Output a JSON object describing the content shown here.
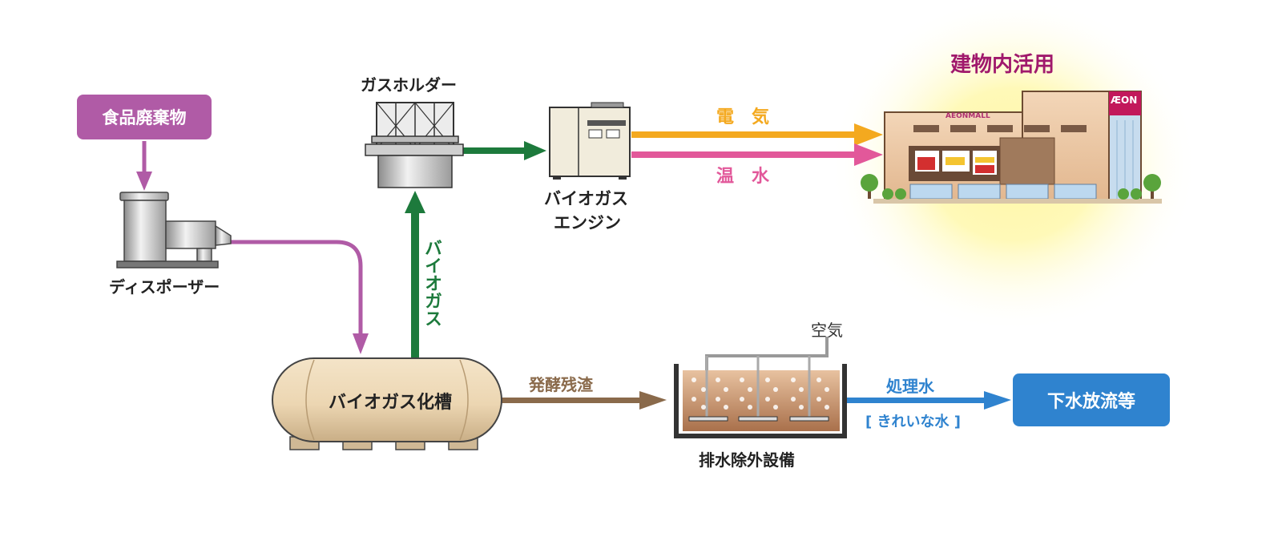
{
  "food_waste": {
    "label": "食品廃棄物"
  },
  "disposer": {
    "label": "ディスポーザー"
  },
  "gas_holder": {
    "label": "ガスホルダー"
  },
  "engine": {
    "line1": "バイオガス",
    "line2": "エンジン"
  },
  "biogas_flow": {
    "label": "バイオガス"
  },
  "tank": {
    "label": "バイオガス化槽"
  },
  "residue": {
    "label": "発酵残渣"
  },
  "wastewater": {
    "label": "排水除外設備",
    "air": "空気"
  },
  "treated_water": {
    "label": "処理水",
    "sub": "[ きれいな水 ]"
  },
  "discharge": {
    "label": "下水放流等"
  },
  "electricity": {
    "label": "電　気"
  },
  "hot_water": {
    "label": "温　水"
  },
  "building": {
    "title": "建物内活用",
    "mall_sign": "AEONMALL",
    "brand_logo": "ÆON"
  },
  "colors": {
    "purple": "#b05ba6",
    "green": "#1d7a3c",
    "orange": "#f4a91f",
    "pink": "#e2589a",
    "brown": "#8a6a4b",
    "blue": "#2f83cf",
    "magenta": "#a0196c"
  }
}
